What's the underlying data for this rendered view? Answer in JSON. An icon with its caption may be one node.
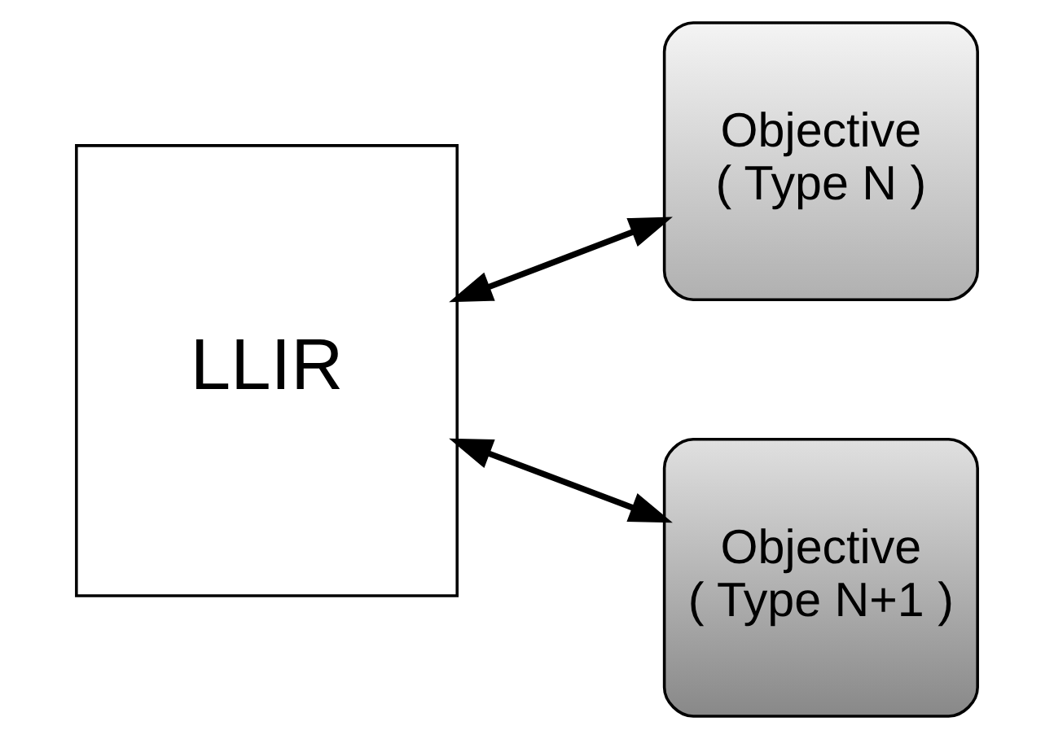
{
  "diagram": {
    "nodes": [
      {
        "text": [
          "LLIR"
        ]
      },
      {
        "text": [
          "Objective",
          "( Type N )"
        ]
      },
      {
        "text": [
          "Objective",
          "( Type N+1 )"
        ]
      }
    ],
    "edges": [
      {
        "from": 0,
        "to": 1,
        "arrow": "both"
      },
      {
        "from": 0,
        "to": 2,
        "arrow": "both"
      }
    ]
  }
}
